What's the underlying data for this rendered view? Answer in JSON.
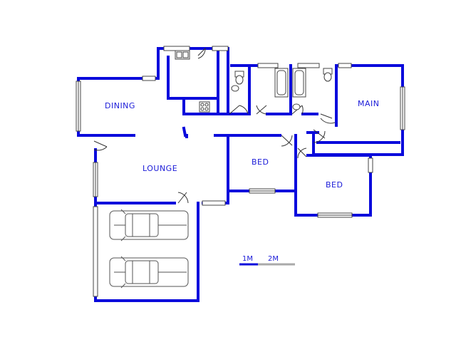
{
  "rooms": {
    "dining": "DINING",
    "lounge": "LOUNGE",
    "main": "MAIN",
    "bed1": "BED",
    "bed2": "BED"
  },
  "scale": {
    "label_1": "1M",
    "label_2": "2M"
  },
  "colors": {
    "wall": "#0a0adc",
    "fixture": "#555555",
    "label": "#1a1ad8"
  }
}
